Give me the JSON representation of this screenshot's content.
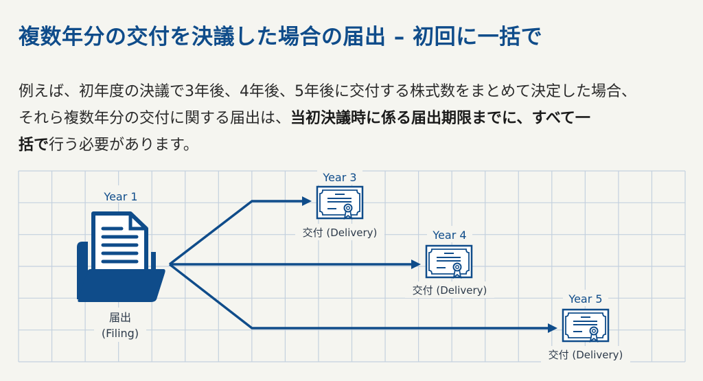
{
  "title": "複数年分の交付を決議した場合の届出 – 初回に一括で",
  "paragraph": {
    "line1": "例えば、初年度の決議で3年後、4年後、5年後に交付する株式数をまとめて決定した場合、",
    "line2_normal": "それら複数年分の交付に関する届出は、",
    "line2_bold": "当初決議時に係る届出期限までに、すべて一",
    "line3_bold": "括で",
    "line3_normal": "行う必要があります。"
  },
  "diagram": {
    "filing": {
      "year": "Year 1",
      "label_jp": "届出",
      "label_en": "(Filing)",
      "icon": "folder-document-icon"
    },
    "deliveries": [
      {
        "year": "Year 3",
        "label": "交付 (Delivery)",
        "icon": "certificate-icon"
      },
      {
        "year": "Year 4",
        "label": "交付 (Delivery)",
        "icon": "certificate-icon"
      },
      {
        "year": "Year 5",
        "label": "交付 (Delivery)",
        "icon": "certificate-icon"
      }
    ]
  },
  "colors": {
    "accent": "#0f4c8a",
    "grid": "#c3d0de",
    "background": "#f5f5f0"
  }
}
